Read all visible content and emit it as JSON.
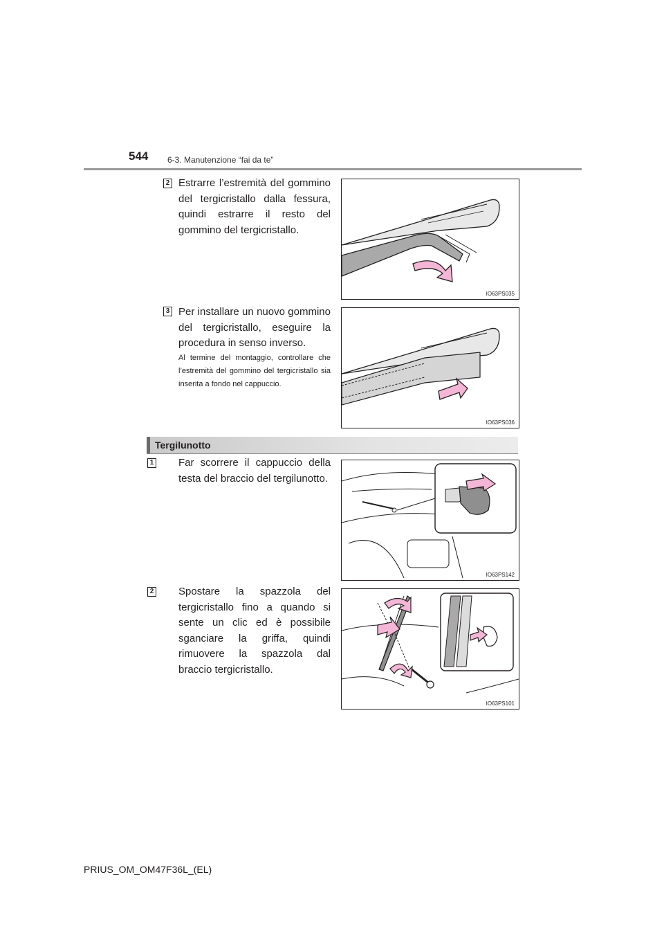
{
  "header": {
    "page_number": "544",
    "section_title": "6-3. Manutenzione “fai da te”"
  },
  "steps": [
    {
      "badge": "2",
      "text": "Estrarre l’estremità del gommino del tergicristallo dalla fessura, quindi estrarre il resto del gommino del tergicristallo.",
      "figure_code": "IO63PS035"
    },
    {
      "badge": "3",
      "text": "Per installare un nuovo gommino del tergicristallo, eseguire la procedura in senso inverso.",
      "note": "Al termine del montaggio, controllare che l’estremità del gommino del tergicristallo sia inserita a fondo nel cappuccio.",
      "figure_code": "IO63PS036"
    }
  ],
  "subsection": {
    "title": "Tergilunotto"
  },
  "rear_steps": [
    {
      "badge": "1",
      "text": "Far scorrere il cappuccio della testa del braccio del tergilunotto.",
      "figure_code": "IO63PS142"
    },
    {
      "badge": "2",
      "text": "Spostare la spazzola del tergicristallo fino a quando si sente un clic ed è possibile sganciare la griffa, quindi rimuovere la spazzola dal braccio tergicristallo.",
      "figure_code": "IO63PS101"
    }
  ],
  "footer": {
    "doc_code": "PRIUS_OM_OM47F36L_(EL)"
  },
  "colors": {
    "arrow_pink": "#f3b6d6",
    "rubber_gray": "#a9a9a9",
    "rule_gray": "#9a9a9a"
  }
}
